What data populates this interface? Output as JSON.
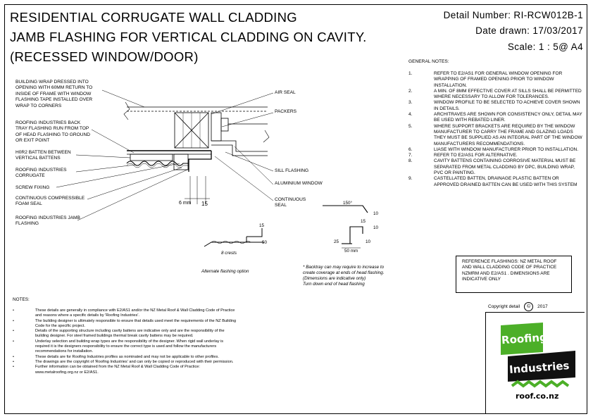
{
  "title": {
    "line1": "RESIDENTIAL CORRUGATE WALL CLADDING",
    "line2": "JAMB FLASHING FOR VERTICAL CLADDING ON CAVITY.",
    "line3": "(RECESSED WINDOW/DOOR)"
  },
  "meta": {
    "detail_number": "Detail Number:  RI-RCW012B-1",
    "date_drawn": "Date drawn:  17/03/2017",
    "scale": "Scale:    1 : 5@ A4"
  },
  "drawing_labels": {
    "building_wrap": "BUILDING WRAP DRESSED INTO\nOPENING WITH 60mm RETURN TO\nINSIDE OF FRAME WITH WINDOW\nFLASHING TAPE INSTALLED OVER\nWRAP TO CORNERS",
    "back_tray": "ROOFING INDUSTRIES BACK\nTRAY FLASHING RUN FROM TOP\nOF HEAD FLASHING TO GROUND\nOR EXIT POINT",
    "h_batten": "H0R2 BATTEN BETWEEN\nVERTICAL BATTENS",
    "corrugate": "ROOFING INDUSTRIES\nCORRUGATE",
    "screw": "SCREW FIXING",
    "foam": "CONTINUOUS COMPRESSIBLE\nFOAM SEAL",
    "jamb": "ROOFING INDUSTRIES JAMB\nFLASHING",
    "air_seal": "AIR SEAL",
    "packers": "PACKERS",
    "sill": "SILL FLASHING",
    "aluminium": "ALUMINIUM WINDOW",
    "cont_seal": "CONTINUOUS\nSEAL",
    "dim_6mm": "6 mm",
    "dim_15": "15"
  },
  "flashing_dims": {
    "alt_15": "15",
    "alt_50": "50",
    "alt_girth": "8 crests",
    "alt_caption": "Alternate flashing option",
    "main_150": "150°",
    "main_10a": "10",
    "main_15": "15",
    "main_10b": "10",
    "main_25": "25",
    "main_10c": "10",
    "main_50": "50 mm",
    "main_note": "* Backtray can may require to increase to\ncreate coverage at ends of head flashing.\n(Dimensions are indicative only)\nTurn down end of head flashing"
  },
  "general_notes": {
    "heading": "GENERAL NOTES:",
    "items": [
      {
        "num": "1.",
        "text": "REFER TO E2/AS1 FOR GENERAL WINDOW OPENING FOR WRAPPING OF FRAMED OPENING PRIOR TO WINDOW INSTALLATION."
      },
      {
        "num": "2.",
        "text": "A MIN. OF 8mm EFFECTIVE COVER AT SILLS SHALL BE PERMITTED WHERE NECESSARY TO ALLOW FOR TOLERANCES."
      },
      {
        "num": "3.",
        "text": "WINDOW PROFILE TO BE SELECTED TO ACHIEVE COVER SHOWN IN DETAILS."
      },
      {
        "num": "4.",
        "text": "ARCHITRAVES ARE SHOWN FOR CONSISTENCY ONLY, DETAIL MAY BE USED WITH REBATED LINER."
      },
      {
        "num": "5.",
        "text": "WHERE SUPPORT BRACKETS ARE REQUIRED BY THE WINDOW MANUFACTURER TO CARRY THE FRAME AND GLAZING LOADS THEY MUST BE SUPPLIED AS AN INTEGRAL PART OF THE WINDOW MANUFACTURERS RECOMMENDATIONS."
      },
      {
        "num": "6.",
        "text": "LIASE WITH WINDOW MANUFACTURER PRIOR TO INSTALLATION."
      },
      {
        "num": "7.",
        "text": "REFER TO E2/AS1 FOR ALTERNATIVE."
      },
      {
        "num": "8.",
        "text": "CAVITY BATTENS CONTAINING CORROSIVE MATERIAL MUST BE SEPARATED FROM METAL CLADDING BY DPC, BUILDING WRAP, PVC OR PAINTING."
      },
      {
        "num": "9.",
        "text": "CASTELLATED BATTEN, DRAINAGE PLASTIC BATTEN OR APPROVED DRAINED BATTEN CAN BE USED WITH THIS SYSTEM"
      }
    ]
  },
  "reference": "REFERENCE FLASHINGS: NZ METAL ROOF AND WALL CLADDING CODE OF PRACTICE NZMRM AND E2/AS1 . DIMENSIONS ARE INDICATIVE ONLY",
  "copyright": {
    "text": "Copyright detail",
    "symbol": "©",
    "year": "2017"
  },
  "notes": {
    "heading": "NOTES:",
    "items": [
      {
        "bullet": "•",
        "text": "These details are generally in compliance with E2/AS1 and/or the NZ Metal Roof & Wall Cladding Code of Practice"
      },
      {
        "bullet": "",
        "text": "and reasons where a specific details by 'Roofing Industries'."
      },
      {
        "bullet": "•",
        "text": "The building designer is ultimately responsible to ensure that details used meet the requirements of the NZ Building"
      },
      {
        "bullet": "",
        "text": "Code for the specific project."
      },
      {
        "bullet": "•",
        "text": "Details of the supporting structure including cavity battens are indicative only and are the responsibility of the"
      },
      {
        "bullet": "",
        "text": "building designer.  For steel framed buildings thermal break cavity battens may be required."
      },
      {
        "bullet": "•",
        "text": "Underlay selection and building wrap types are the responsibility of the designer. When rigid wall underlay is"
      },
      {
        "bullet": "",
        "text": "required it is the designers responsibility to ensure the correct type is used and follow the manufacturers"
      },
      {
        "bullet": "",
        "text": "recommendations for installation."
      },
      {
        "bullet": "•",
        "text": "These details are for Roofing Industries profiles as nominated and may not be applicable to other profiles."
      },
      {
        "bullet": "•",
        "text": "The drawings are the copyright of 'Roofing Industries' and can only be copied or reproduced with their permission."
      },
      {
        "bullet": "•",
        "text": "Further information can be obtained from the NZ Metal Roof & Wall Cladding Code of Practice:"
      },
      {
        "bullet": "",
        "text": "www.metalroofing.org.nz or E2/AS1."
      }
    ]
  },
  "logo": {
    "line1": "Roofing",
    "line2": "Industries",
    "url": "roof.co.nz",
    "green": "#4caf28",
    "black": "#111111"
  }
}
